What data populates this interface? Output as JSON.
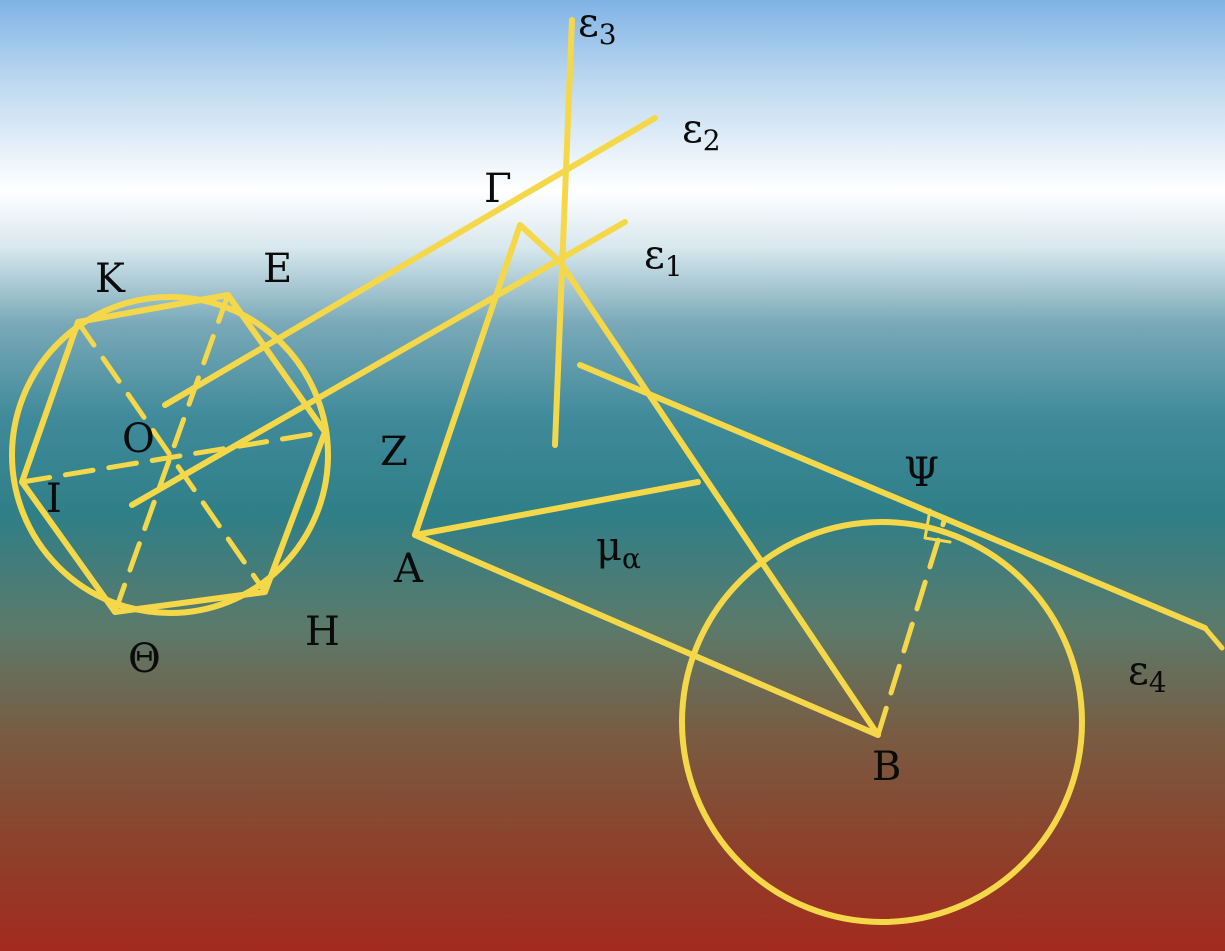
{
  "labels": {
    "e3": "ε",
    "e3_sub": "3",
    "e2": "ε",
    "e2_sub": "2",
    "e1": "ε",
    "e1_sub": "1",
    "e4": "ε",
    "e4_sub": "4",
    "gamma": "Γ",
    "kappa": "K",
    "epsilon": "E",
    "omicron": "O",
    "zeta": "Z",
    "iota": "I",
    "alpha": "A",
    "mu": "μ",
    "mu_sub": "α",
    "psi": "Ψ",
    "theta": "Θ",
    "eta": "H",
    "beta": "B"
  },
  "colors": {
    "lines": "#f5d84a",
    "text": "#0b0b0b"
  }
}
